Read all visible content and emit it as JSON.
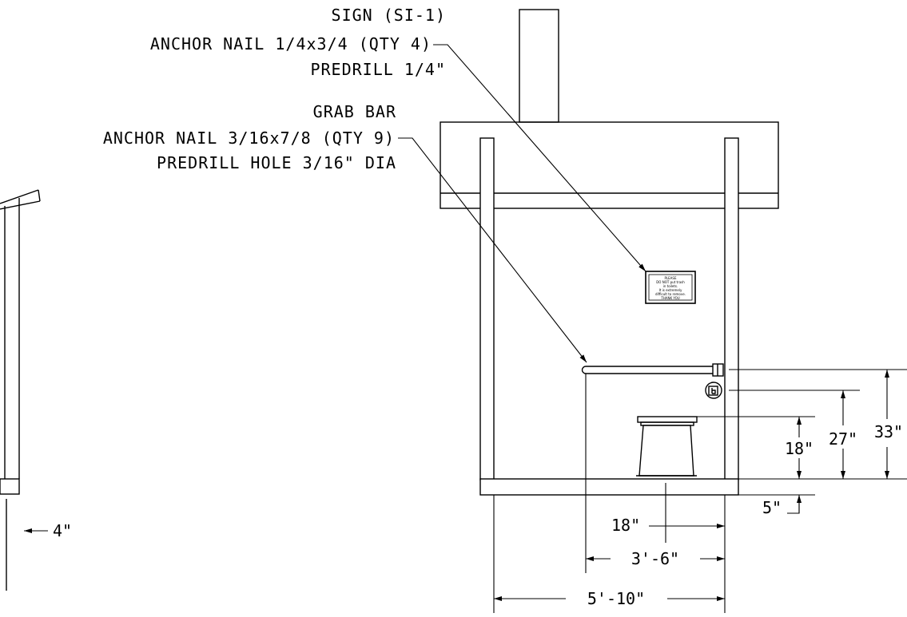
{
  "callouts": {
    "sign": {
      "line1": "SIGN (SI-1)",
      "line2": "ANCHOR NAIL 1/4x3/4 (QTY 4)",
      "line3": "PREDRILL 1/4\""
    },
    "grab_bar": {
      "line1": "GRAB BAR",
      "line2": "ANCHOR NAIL 3/16x7/8 (QTY 9)",
      "line3": "PREDRILL HOLE 3/16\" DIA"
    }
  },
  "sign_plate": {
    "lines": [
      "PLEASE",
      "DO NOT put trash",
      "in toilets.",
      "It is extremely",
      "difficult to remove.",
      "THANK YOU"
    ]
  },
  "dimensions": {
    "left_side": "4\"",
    "bottom_18": "18\"",
    "bottom_3_6": "3'-6\"",
    "bottom_5_10": "5'-10\"",
    "right_18": "18\"",
    "right_27": "27\"",
    "right_33": "33\"",
    "right_5": "5\""
  }
}
